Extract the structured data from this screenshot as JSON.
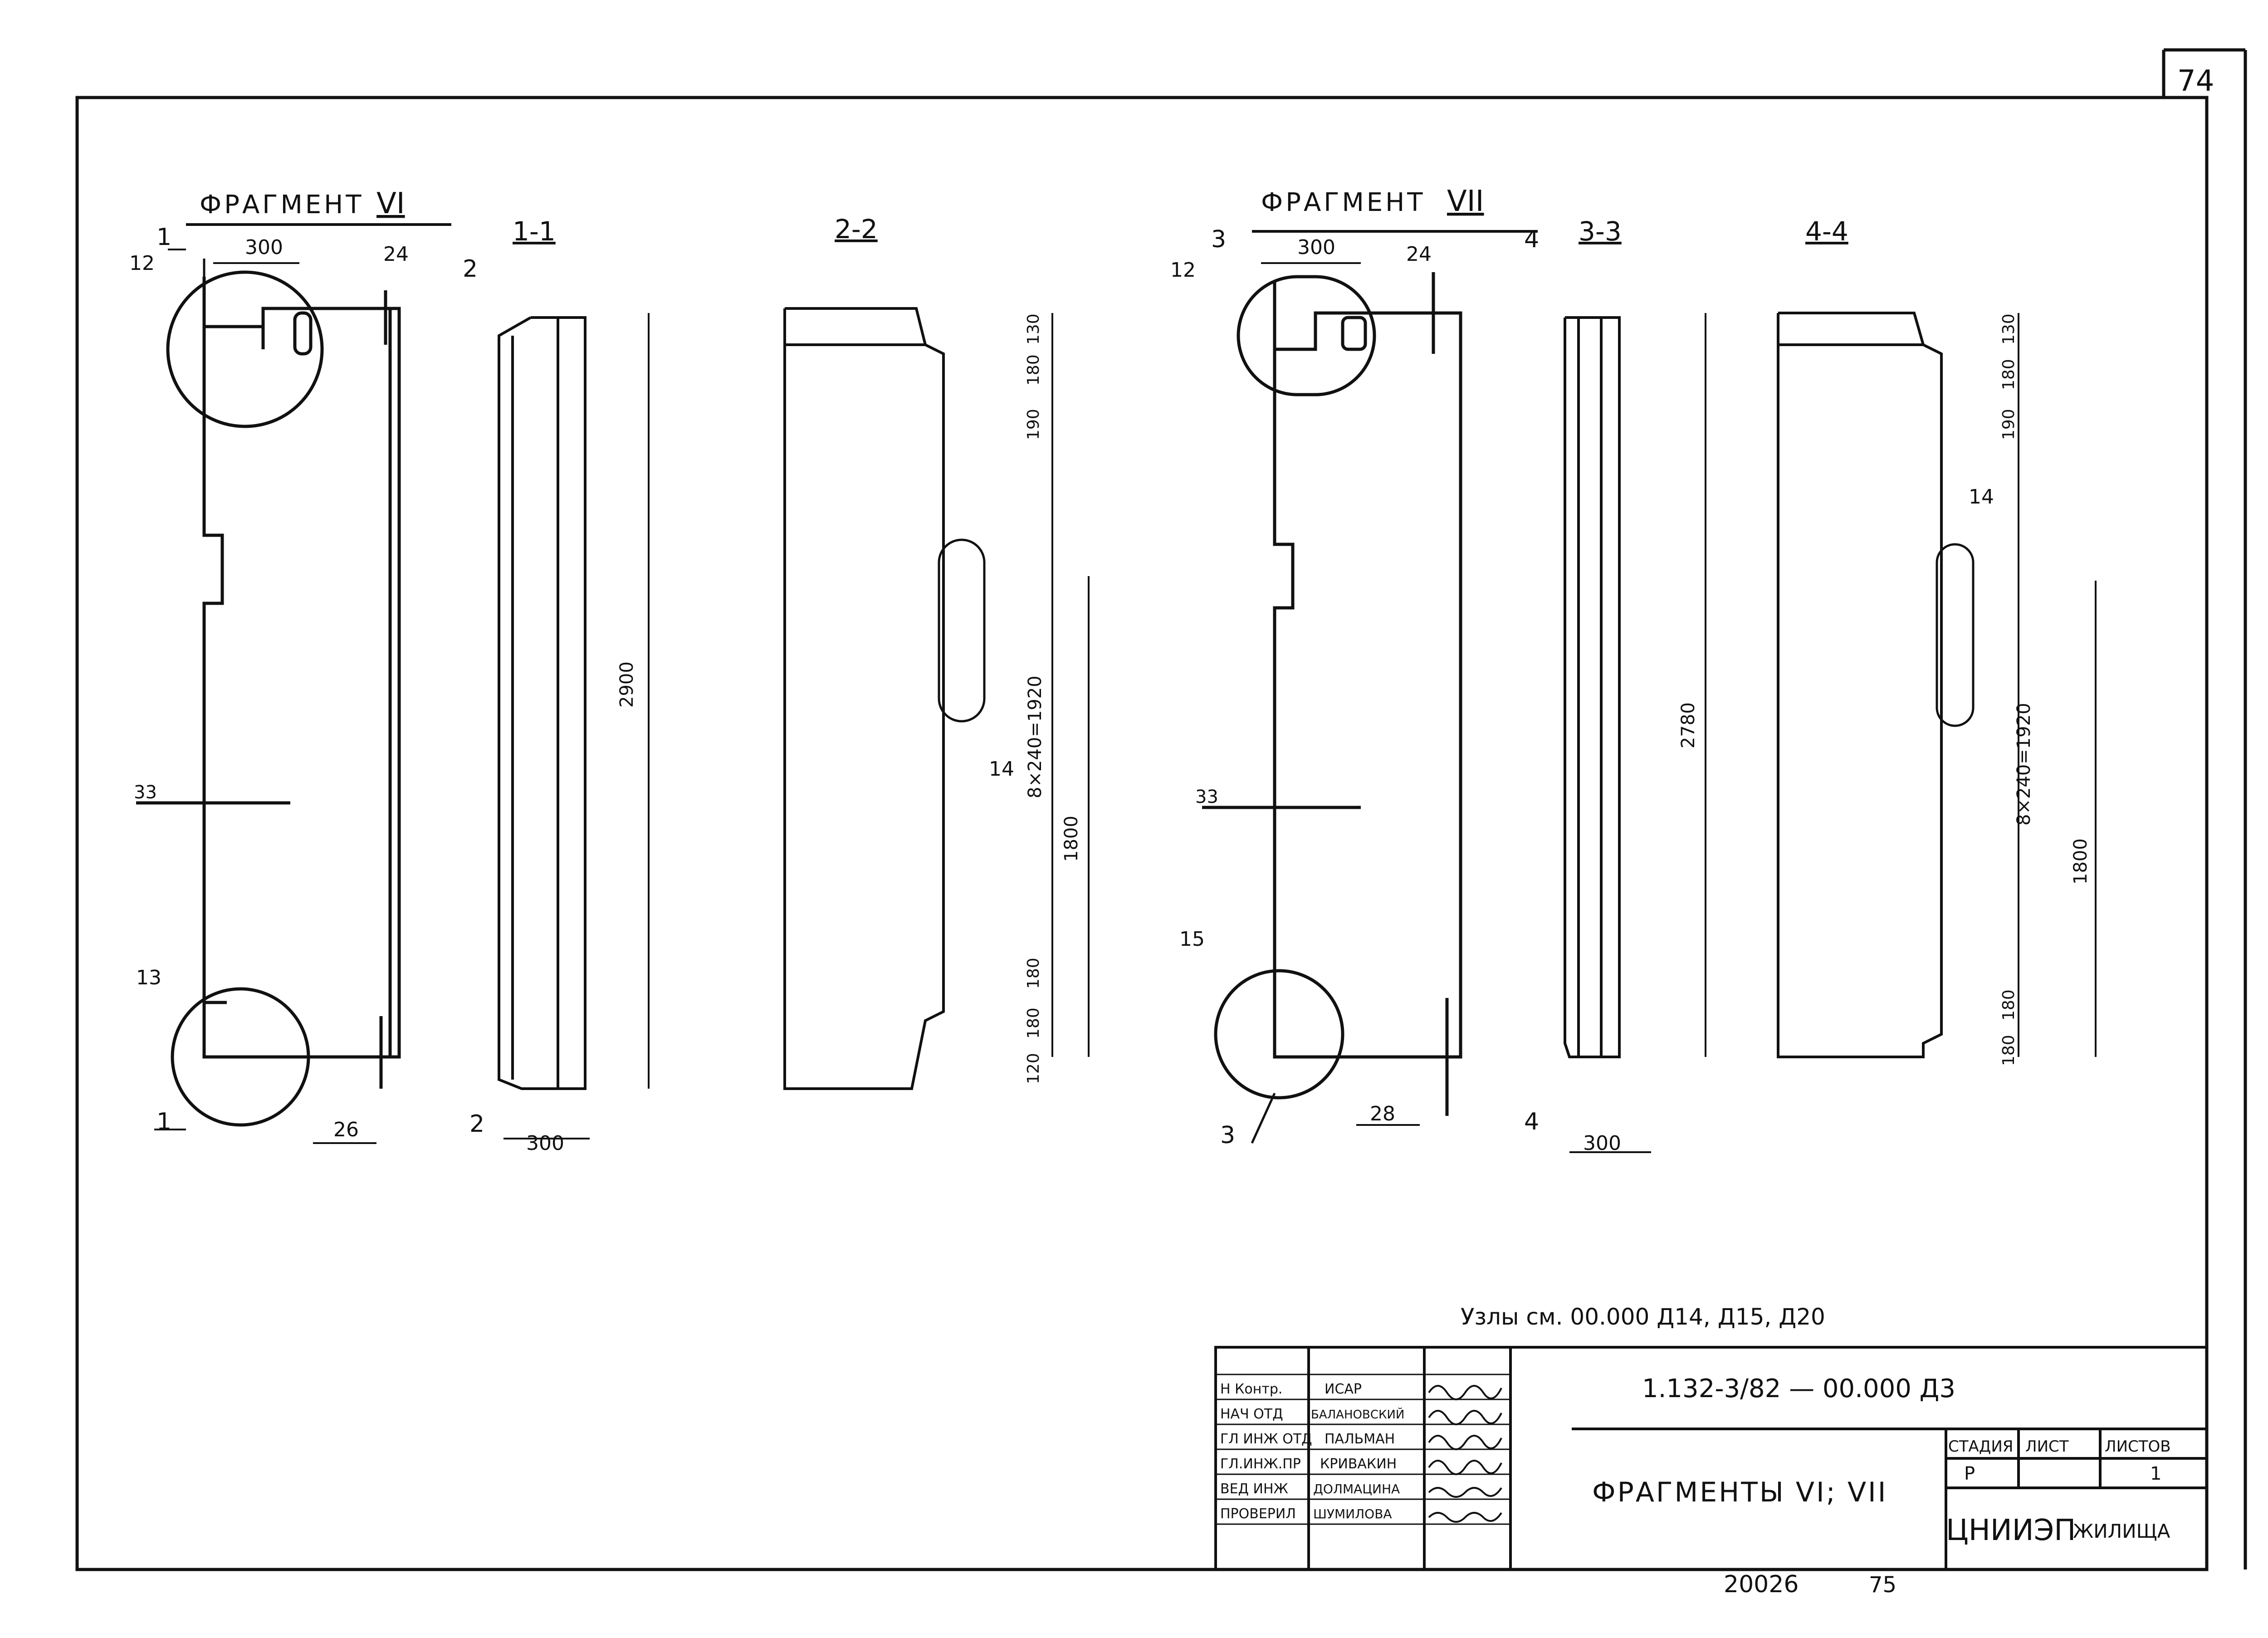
{
  "sheet_number": "74",
  "fragments": {
    "vi": {
      "title": "ФРАГМЕНТ",
      "roman": "VI"
    },
    "vii": {
      "title": "ФРАГМЕНТ",
      "roman": "VII"
    }
  },
  "sections": {
    "s11": "1-1",
    "s22": "2-2",
    "s33": "3-3",
    "s44": "4-4"
  },
  "cut_marks": [
    "1",
    "2",
    "3",
    "4"
  ],
  "callouts": {
    "c12": "12",
    "c13": "13",
    "c14": "14",
    "c15": "15",
    "c33": "33"
  },
  "dimensions": {
    "d300": "300",
    "d24": "24",
    "d26": "26",
    "d28": "28",
    "d2900": "2900",
    "d2780": "2780",
    "d1800": "1800",
    "d_step": "8×240=1920",
    "d130": "130",
    "d180": "180",
    "d190": "190",
    "d120": "120"
  },
  "nodes_note": "Узлы см. 00.000 Д14, Д15, Д20",
  "title_block": {
    "roles": [
      "Н Контр.",
      "НАЧ ОТД",
      "ГЛ ИНЖ ОТД",
      "ГЛ.ИНЖ.ПР",
      "ВЕД ИНЖ",
      "ПРОВЕРИЛ"
    ],
    "names": [
      "ИСАР",
      "БАЛАНОВСКИЙ",
      "ПАЛЬМАН",
      "КРИВАКИН",
      "ДОЛМАЦИНА",
      "ШУМИЛОВА"
    ],
    "doc_code": "1.132-3/82 — 00.000 Д3",
    "drawing_title": "ФРАГМЕНТЫ VI; VII",
    "stage_label": "СТАДИЯ",
    "sheet_label": "ЛИСТ",
    "sheets_label": "ЛИСТОВ",
    "stage": "Р",
    "sheets": "1",
    "org": "ЦНИИЭП",
    "org_suffix": "ЖИЛИЩА"
  },
  "archive_number": "20026",
  "archive_page": "75"
}
